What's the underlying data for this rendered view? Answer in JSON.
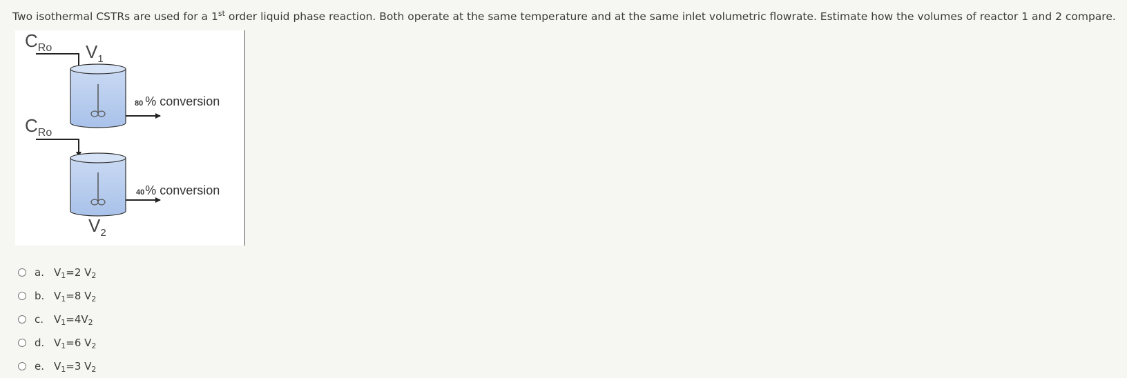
{
  "question": {
    "text_before_sup": "Two isothermal CSTRs are used for a 1",
    "sup": "st",
    "text_after_sup": " order liquid phase reaction. Both operate at the same temperature and at the same inlet volumetric flowrate. Estimate how the volumes of reactor 1 and 2 compare."
  },
  "figure": {
    "feed1_C": "C",
    "feed1_sub": "Ro",
    "feed2_C": "C",
    "feed2_sub": "Ro",
    "v1_V": "V",
    "v1_sub": "1",
    "v2_V": "V",
    "v2_sub": "2",
    "out1_number": "80",
    "out1_text": "% conversion",
    "out2_number": "40",
    "out2_text": "% conversion"
  },
  "answers": [
    {
      "letter": "a.",
      "lhs": "V",
      "lhs_sub": "1",
      "mid": "=2 V",
      "rhs_sub": "2"
    },
    {
      "letter": "b.",
      "lhs": "V",
      "lhs_sub": "1",
      "mid": "=8 V",
      "rhs_sub": "2"
    },
    {
      "letter": "c.",
      "lhs": "V",
      "lhs_sub": "1",
      "mid": "=4V",
      "rhs_sub": "2"
    },
    {
      "letter": "d.",
      "lhs": "V",
      "lhs_sub": "1",
      "mid": "=6 V",
      "rhs_sub": "2"
    },
    {
      "letter": "e.",
      "lhs": "V",
      "lhs_sub": "1",
      "mid": "=3 V",
      "rhs_sub": "2"
    }
  ]
}
